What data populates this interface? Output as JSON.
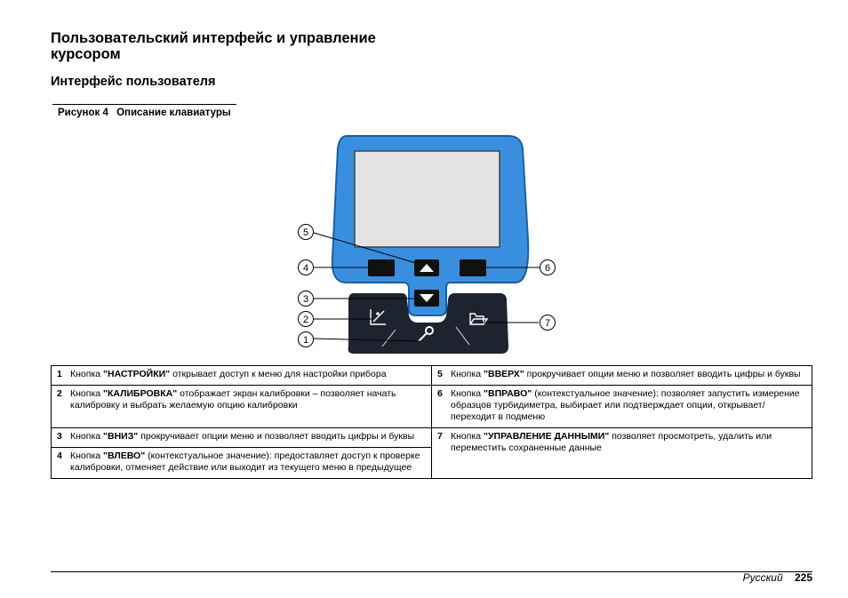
{
  "heading": "Пользовательский интерфейс и управление курсором",
  "subheading": "Интерфейс пользователя",
  "figure": {
    "number": "Рисунок 4",
    "title": "Описание клавиатуры",
    "callouts": [
      "1",
      "2",
      "3",
      "4",
      "5",
      "6",
      "7"
    ]
  },
  "legend_left": [
    {
      "num": "1",
      "pre": "Кнопка ",
      "key": "\"НАСТРОЙКИ\"",
      "post": " открывает доступ к меню для настройки прибора"
    },
    {
      "num": "2",
      "pre": "Кнопка ",
      "key": "\"КАЛИБРОВКА\"",
      "post": " отображает экран калибровки – позволяет начать калибровку и выбрать желаемую опцию калибровки"
    },
    {
      "num": "3",
      "pre": "Кнопка ",
      "key": "\"ВНИЗ\"",
      "post": " прокручивает опции меню и позволяет вводить цифры и буквы"
    },
    {
      "num": "4",
      "pre": "Кнопка ",
      "key": "\"ВЛЕВО\"",
      "post": " (контекстуальное значение): предоставляет доступ к проверке калибровки, отменяет действие или выходит из текущего меню в предыдущее"
    }
  ],
  "legend_right": [
    {
      "num": "5",
      "pre": "Кнопка ",
      "key": "\"ВВЕРХ\"",
      "post": " прокручивает опции меню и позволяет вводить цифры и буквы"
    },
    {
      "num": "6",
      "pre": "Кнопка ",
      "key": "\"ВПРАВО\"",
      "post": " (контекстуальное значение): позволяет запустить измерение образцов турбидиметра, выбирает или подтверждает опции, открывает/переходит в подменю"
    },
    {
      "num": "7",
      "pre": "Кнопка ",
      "key": "\"УПРАВЛЕНИЕ ДАННЫМИ\"",
      "post": " позволяет просмотреть, удалить или переместить сохраненные данные"
    }
  ],
  "footer": {
    "language": "Русский",
    "page": "225"
  }
}
